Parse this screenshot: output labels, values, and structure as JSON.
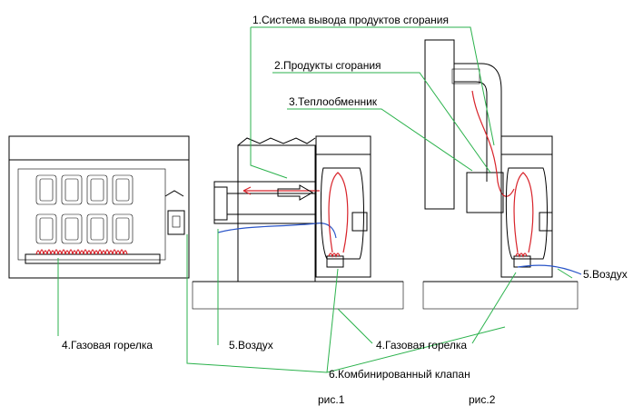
{
  "labels": {
    "l1": "1.Система вывода продуктов сгорания",
    "l2": "2.Продукты сгорания",
    "l3": "3.Теплообменник",
    "l4a": "4.Газовая горелка",
    "l4b": "4.Газовая горелка",
    "l5a": "5.Воздух",
    "l5b": "5.Воздух",
    "l6": "6.Комбинированный клапан",
    "fig1": "рис.1",
    "fig2": "рис.2"
  },
  "colors": {
    "leader": "#2bb24c",
    "flue": "#d8232a",
    "air": "#2a55c8",
    "line": "#000000"
  }
}
